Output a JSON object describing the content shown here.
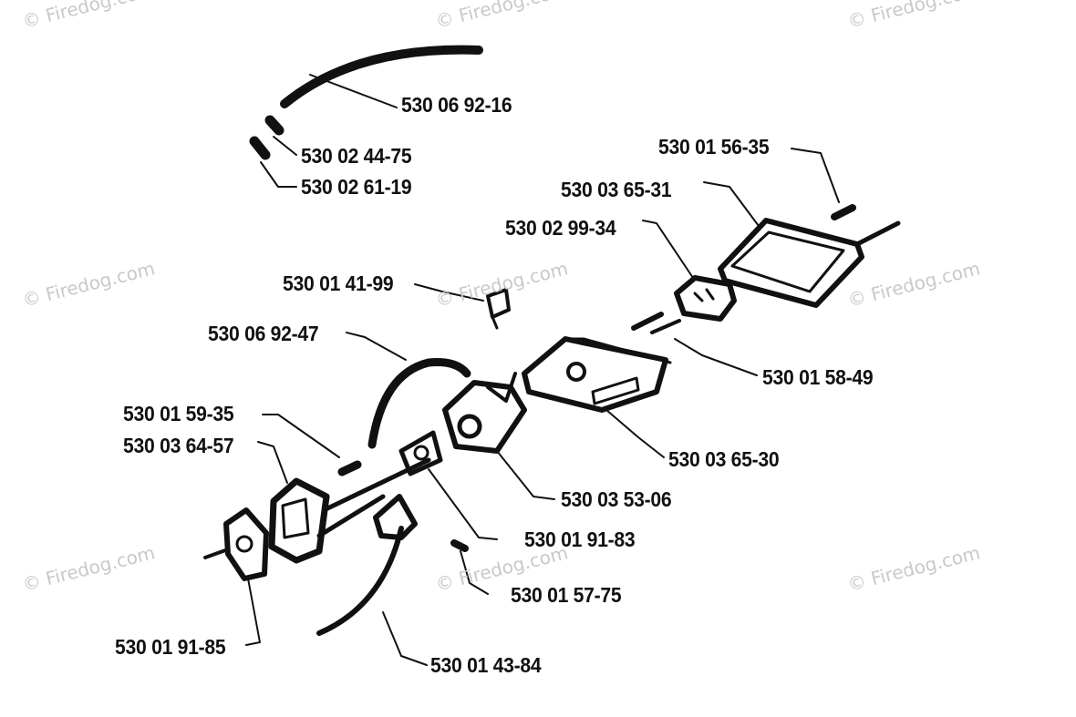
{
  "watermark": "© Firedog.com",
  "parts": {
    "p1": "530 06 92-16",
    "p2": "530 02 44-75",
    "p3": "530 02 61-19",
    "p4": "530 01 56-35",
    "p5": "530 03 65-31",
    "p6": "530 02 99-34",
    "p7": "530 01 41-99",
    "p8": "530 06 92-47",
    "p9": "530 01 58-49",
    "p10": "530 01 59-35",
    "p11": "530 03 64-57",
    "p12": "530 03 65-30",
    "p13": "530 03 53-06",
    "p14": "530 01 91-83",
    "p15": "530 01 57-75",
    "p16": "530 01 91-85",
    "p17": "530 01 43-84"
  }
}
